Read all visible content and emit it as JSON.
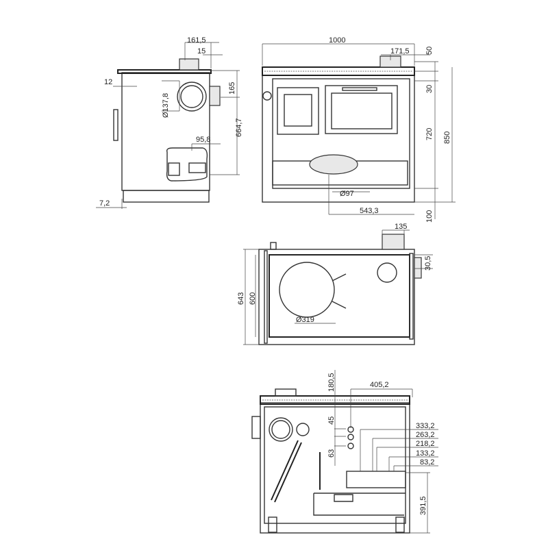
{
  "side_view": {
    "flue_offset": "161,5",
    "flue_gap": "15",
    "top_offset": "12",
    "side_outlet_diameter": "Ø137,8",
    "side_outlet_height": "165",
    "total_height_to_outlet": "664,7",
    "air_inlet_offset": "95,8",
    "plinth": "7,2"
  },
  "front_view": {
    "width": "1000",
    "flue_offset": "171,5",
    "top_thickness": "50",
    "top_gap": "30",
    "body_height": "720",
    "total_height": "850",
    "air_inlet_diameter": "Ø97",
    "air_inlet_offset": "543,3",
    "base_height": "100"
  },
  "top_view": {
    "flue_width": "135",
    "flue_offset": "30,5",
    "total_depth": "643",
    "depth": "600",
    "hob_diameter": "Ø319"
  },
  "back_view": {
    "vertical_offset": "180,5",
    "horizontal_offset": "405,2",
    "connection_spacing_1": "45",
    "connection_spacing_2": "63",
    "right_offsets": [
      "333,2",
      "263,2",
      "218,2",
      "133,2",
      "83,2"
    ],
    "bottom_height": "391,5"
  }
}
